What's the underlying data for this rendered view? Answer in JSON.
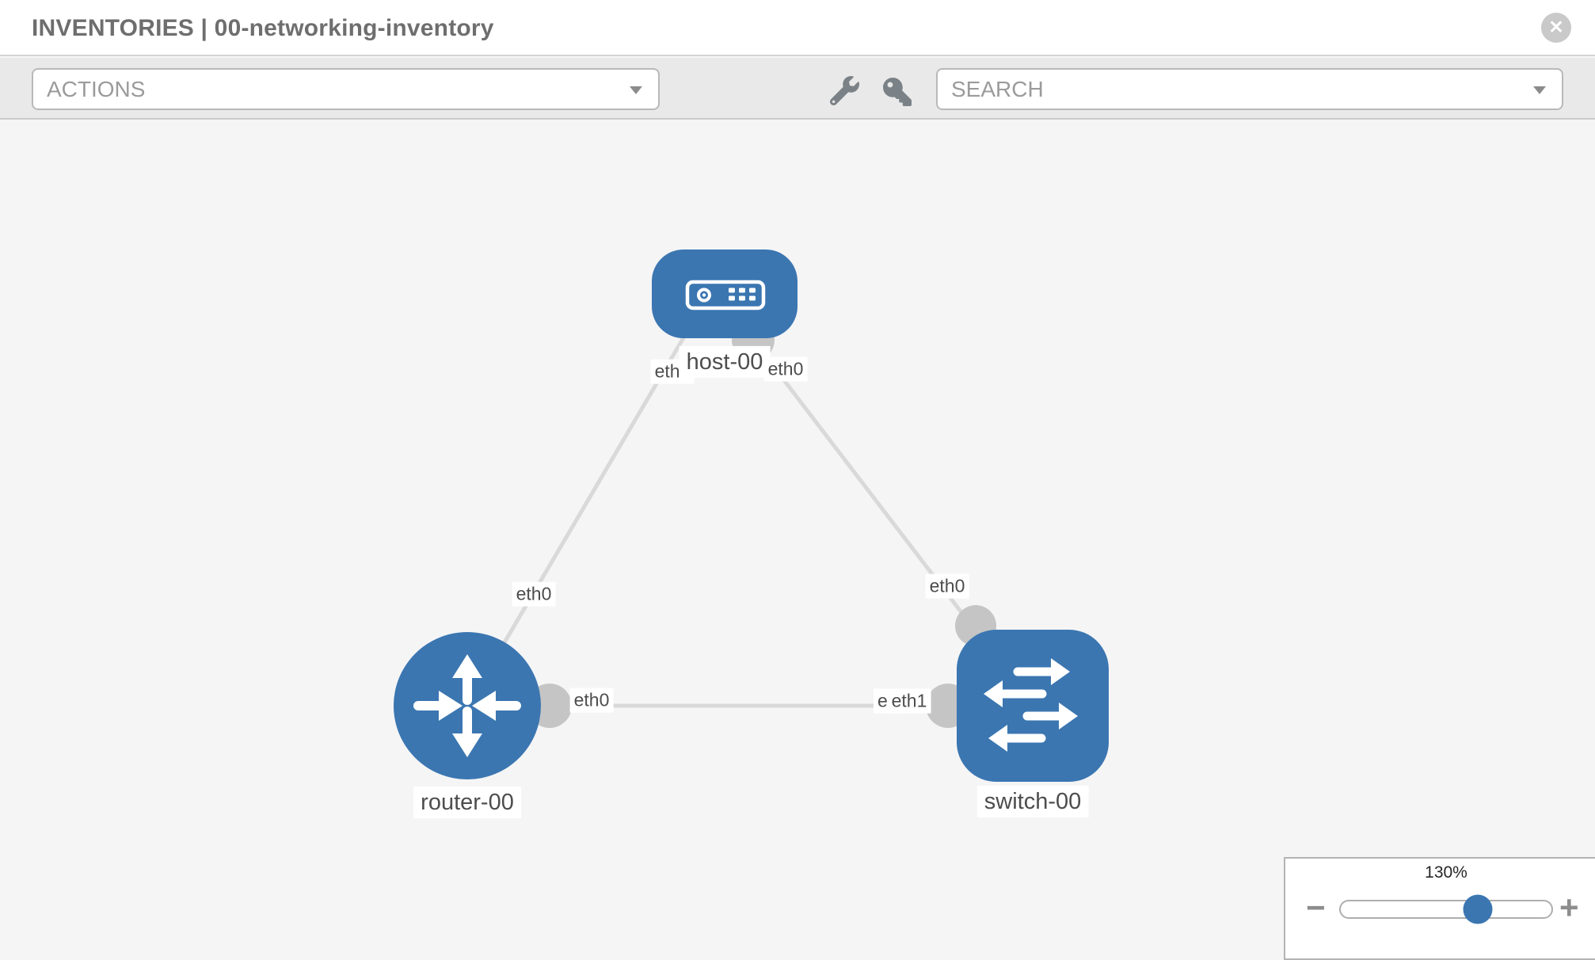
{
  "header": {
    "title": "INVENTORIES | 00-networking-inventory",
    "close_glyph": "✕"
  },
  "toolbar": {
    "actions_label": "ACTIONS",
    "search_placeholder": "SEARCH",
    "icons": [
      "wrench-icon",
      "key-icon"
    ]
  },
  "topology": {
    "nodes": [
      {
        "id": "host-00",
        "type": "host",
        "label": "host-00"
      },
      {
        "id": "router-00",
        "type": "router",
        "label": "router-00"
      },
      {
        "id": "switch-00",
        "type": "switch",
        "label": "switch-00"
      }
    ],
    "node_labels": {
      "host": "host-00",
      "router": "router-00",
      "switch": "switch-00"
    },
    "links": [
      {
        "from": "host-00",
        "to": "router-00",
        "from_interface": "eth0",
        "to_interface": "eth0"
      },
      {
        "from": "host-00",
        "to": "switch-00",
        "from_interface": "eth0",
        "to_interface": "eth0"
      },
      {
        "from": "router-00",
        "to": "switch-00",
        "from_interface": "eth0",
        "to_interface": "eth1"
      }
    ],
    "interfaces": {
      "host_to_router": "eth0",
      "host_to_switch": "eth0",
      "router_to_host": "eth0",
      "switch_to_host": "eth0",
      "router_to_switch": "eth0",
      "switch_to_router_hidden": "eth0",
      "switch_to_router": "eth1"
    }
  },
  "zoom_control": {
    "value": "130%",
    "percent": 130,
    "minus_glyph": "−",
    "plus_glyph": "+"
  },
  "colors": {
    "node_blue": "#3b76b1",
    "link_gray": "#d9d9d9",
    "interface_gray": "#c5c5c5",
    "chip_text": "#4d4d4d",
    "toolbar_bg": "#e9e9e9",
    "canvas_bg": "#f5f5f6",
    "icon_gray": "#7b8287",
    "title_gray": "#6e6e6e",
    "close_gray": "#c9c9c9"
  }
}
